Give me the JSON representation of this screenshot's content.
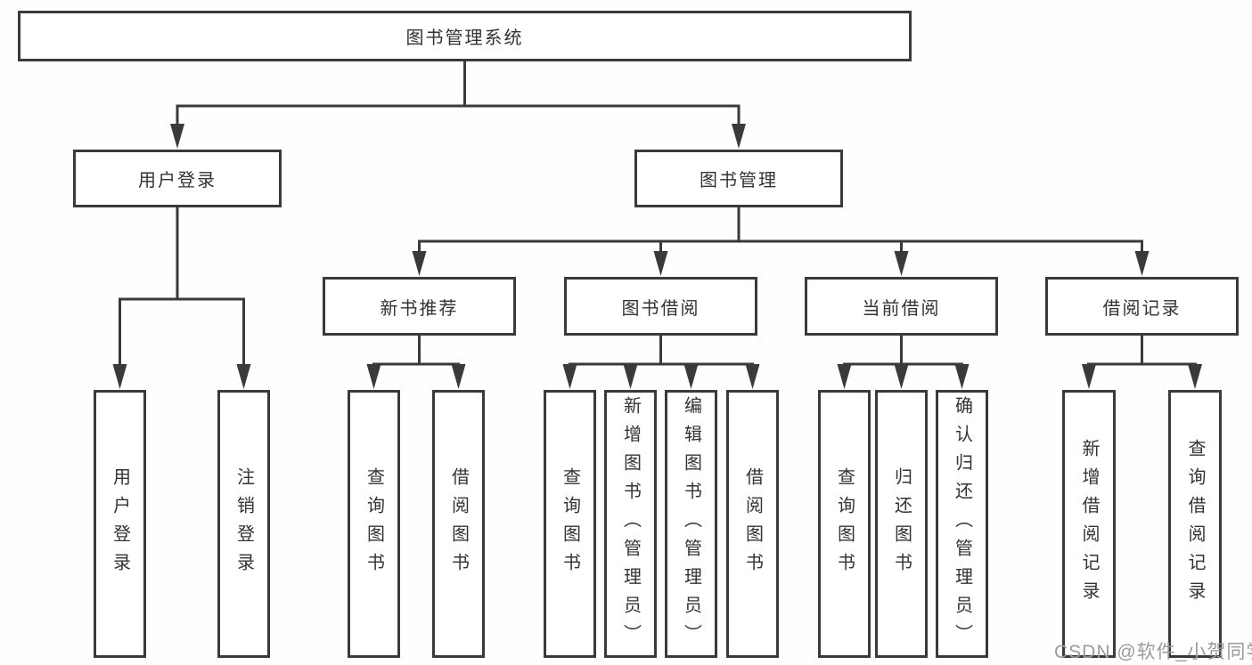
{
  "tree": {
    "root": "图书管理系统",
    "level2": [
      "用户登录",
      "图书管理"
    ],
    "level3": [
      "新书推荐",
      "图书借阅",
      "当前借阅",
      "借阅记录"
    ],
    "leaves": {
      "user_login": [
        "用户登录",
        "注销登录"
      ],
      "new_book_recommend": [
        "查询图书",
        "借阅图书"
      ],
      "book_borrow": [
        "查询图书",
        "新增图书（管理员）",
        "编辑图书（管理员）",
        "借阅图书"
      ],
      "current_borrow": [
        "查询图书",
        "归还图书",
        "确认归还（管理员）"
      ],
      "borrow_records": [
        "新增借阅记录",
        "查询借阅记录"
      ]
    }
  },
  "watermark": "CSDN @软件_小贺同学",
  "colors": {
    "line": "#3a3a3a",
    "text": "#333333",
    "watermark": "#9b9b9b",
    "background": "#ffffff"
  }
}
